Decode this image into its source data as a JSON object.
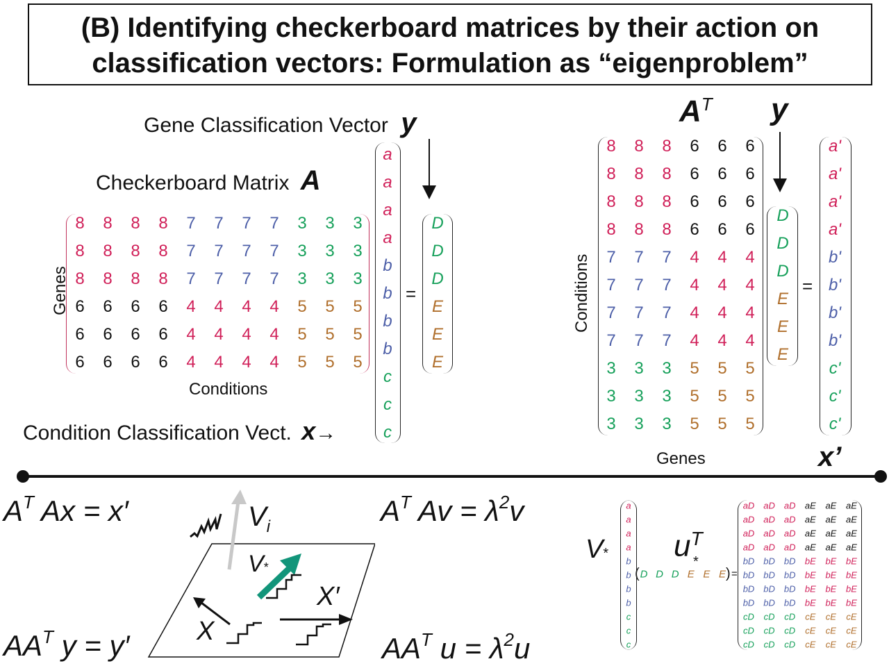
{
  "title": {
    "line1": "(B) Identifying checkerboard matrices by their action on",
    "line2": "classification vectors: Formulation as “eigenproblem”"
  },
  "colors": {
    "r": "#d01f58",
    "b": "#4d5fa8",
    "g": "#16a05a",
    "o": "#b06f2c",
    "k": "#111111"
  },
  "labels": {
    "gene_vector": "Gene Classification Vector",
    "y": "y",
    "checkerboard": "Checkerboard Matrix",
    "A": "A",
    "genes": "Genes",
    "conditions": "Conditions",
    "condition_vector": "Condition Classification Vect.",
    "x": "x",
    "arrow": "→",
    "equals": "=",
    "AT_base": "A",
    "AT_sup": "T",
    "xprime": "x’",
    "conditions_right": "Conditions",
    "genes_right": "Genes"
  },
  "matrix_A": {
    "values": [
      [
        "8",
        "8",
        "8",
        "8",
        "7",
        "7",
        "7",
        "7",
        "3",
        "3",
        "3"
      ],
      [
        "8",
        "8",
        "8",
        "8",
        "7",
        "7",
        "7",
        "7",
        "3",
        "3",
        "3"
      ],
      [
        "8",
        "8",
        "8",
        "8",
        "7",
        "7",
        "7",
        "7",
        "3",
        "3",
        "3"
      ],
      [
        "6",
        "6",
        "6",
        "6",
        "4",
        "4",
        "4",
        "4",
        "5",
        "5",
        "5"
      ],
      [
        "6",
        "6",
        "6",
        "6",
        "4",
        "4",
        "4",
        "4",
        "5",
        "5",
        "5"
      ],
      [
        "6",
        "6",
        "6",
        "6",
        "4",
        "4",
        "4",
        "4",
        "5",
        "5",
        "5"
      ]
    ],
    "colors": [
      "rrrrbbbbggg",
      "rrrrbbbbggg",
      "rrrrbbbbggg",
      "kkkkrrrrooo",
      "kkkkrrrrooo",
      "kkkkrrrrooo"
    ]
  },
  "vector_x": {
    "values": [
      "a",
      "a",
      "a",
      "a",
      "b",
      "b",
      "b",
      "b",
      "c",
      "c",
      "c"
    ],
    "colors": "rrrrbbbbggg"
  },
  "vector_y": {
    "values": [
      "D",
      "D",
      "D",
      "E",
      "E",
      "E"
    ],
    "colors": "gggooo"
  },
  "matrix_AT": {
    "values": [
      [
        "8",
        "8",
        "8",
        "6",
        "6",
        "6"
      ],
      [
        "8",
        "8",
        "8",
        "6",
        "6",
        "6"
      ],
      [
        "8",
        "8",
        "8",
        "6",
        "6",
        "6"
      ],
      [
        "8",
        "8",
        "8",
        "6",
        "6",
        "6"
      ],
      [
        "7",
        "7",
        "7",
        "4",
        "4",
        "4"
      ],
      [
        "7",
        "7",
        "7",
        "4",
        "4",
        "4"
      ],
      [
        "7",
        "7",
        "7",
        "4",
        "4",
        "4"
      ],
      [
        "7",
        "7",
        "7",
        "4",
        "4",
        "4"
      ],
      [
        "3",
        "3",
        "3",
        "5",
        "5",
        "5"
      ],
      [
        "3",
        "3",
        "3",
        "5",
        "5",
        "5"
      ],
      [
        "3",
        "3",
        "3",
        "5",
        "5",
        "5"
      ]
    ],
    "colors": [
      "rrrkkk",
      "rrrkkk",
      "rrrkkk",
      "rrrkkk",
      "bbbrrr",
      "bbbrrr",
      "bbbrrr",
      "bbbrrr",
      "gggooo",
      "gggooo",
      "gggooo"
    ]
  },
  "vector_y_right": {
    "values": [
      "D",
      "D",
      "D",
      "E",
      "E",
      "E"
    ],
    "colors": "gggooo"
  },
  "vector_xprime": {
    "values": [
      "a'",
      "a'",
      "a'",
      "a'",
      "b'",
      "b'",
      "b'",
      "b'",
      "c'",
      "c'",
      "c'"
    ],
    "colors": "rrrrbbbbggg"
  },
  "equations": {
    "eq1": {
      "a": "A",
      "sup": "T",
      "rest": "Ax = x′"
    },
    "eq2": {
      "a": "AA",
      "sup": "T",
      "rest": "y = y′"
    },
    "eq3": {
      "a": "A",
      "sup": "T",
      "mid": "Av = λ",
      "sup2": "2",
      "rest": "v"
    },
    "eq4": {
      "a": "AA",
      "sup": "T",
      "mid": "u = λ",
      "sup2": "2",
      "rest": "u"
    }
  },
  "diagram": {
    "vi": "V",
    "vi_sub": "i",
    "vstar": "V",
    "star": "*",
    "x": "X",
    "xprime": "X′"
  },
  "outer": {
    "vstar": "V",
    "star": "*",
    "u": "u",
    "u_sup": "T",
    "v_values": [
      "a",
      "a",
      "a",
      "a",
      "b",
      "b",
      "b",
      "b",
      "c",
      "c",
      "c"
    ],
    "v_colors": "rrrrbbbbggg",
    "u_values": [
      "D",
      "D",
      "D",
      "E",
      "E",
      "E"
    ],
    "u_colors": "gggooo",
    "matrix": [
      [
        "aD",
        "aD",
        "aD",
        "aE",
        "aE",
        "aE"
      ],
      [
        "aD",
        "aD",
        "aD",
        "aE",
        "aE",
        "aE"
      ],
      [
        "aD",
        "aD",
        "aD",
        "aE",
        "aE",
        "aE"
      ],
      [
        "aD",
        "aD",
        "aD",
        "aE",
        "aE",
        "aE"
      ],
      [
        "bD",
        "bD",
        "bD",
        "bE",
        "bE",
        "bE"
      ],
      [
        "bD",
        "bD",
        "bD",
        "bE",
        "bE",
        "bE"
      ],
      [
        "bD",
        "bD",
        "bD",
        "bE",
        "bE",
        "bE"
      ],
      [
        "bD",
        "bD",
        "bD",
        "bE",
        "bE",
        "bE"
      ],
      [
        "cD",
        "cD",
        "cD",
        "cE",
        "cE",
        "cE"
      ],
      [
        "cD",
        "cD",
        "cD",
        "cE",
        "cE",
        "cE"
      ],
      [
        "cD",
        "cD",
        "cD",
        "cE",
        "cE",
        "cE"
      ]
    ],
    "matrix_colors": [
      "rrrkkk",
      "rrrkkk",
      "rrrkkk",
      "rrrkkk",
      "bbbrrr",
      "bbbrrr",
      "bbbrrr",
      "bbbrrr",
      "gggooo",
      "gggooo",
      "gggooo"
    ]
  }
}
